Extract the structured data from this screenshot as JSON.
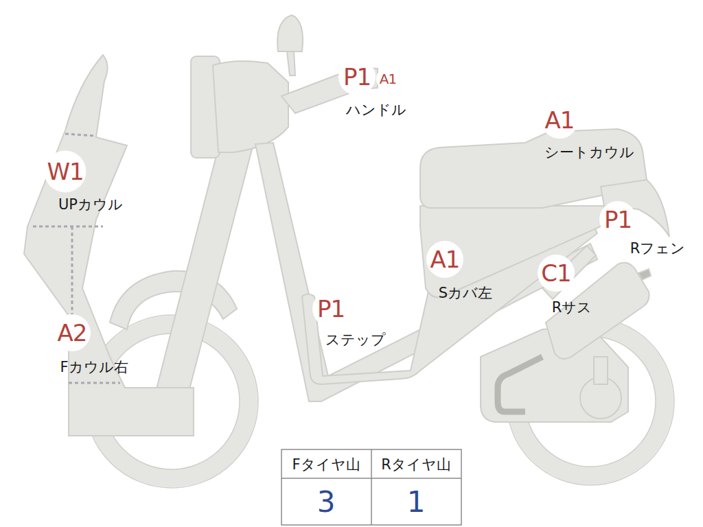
{
  "diagram": {
    "labels": [
      "P1",
      "A1",
      "ハンドル",
      "A1",
      "シートカウル",
      "W1",
      "UPカウル",
      "P1",
      "Rフェン",
      "A1",
      "Sカバ左",
      "C1",
      "Rサス",
      "P1",
      "ステップ",
      "A2",
      "Fカウル右",
      "Fタイヤ山",
      "Rタイヤ山",
      "3",
      "1"
    ]
  }
}
